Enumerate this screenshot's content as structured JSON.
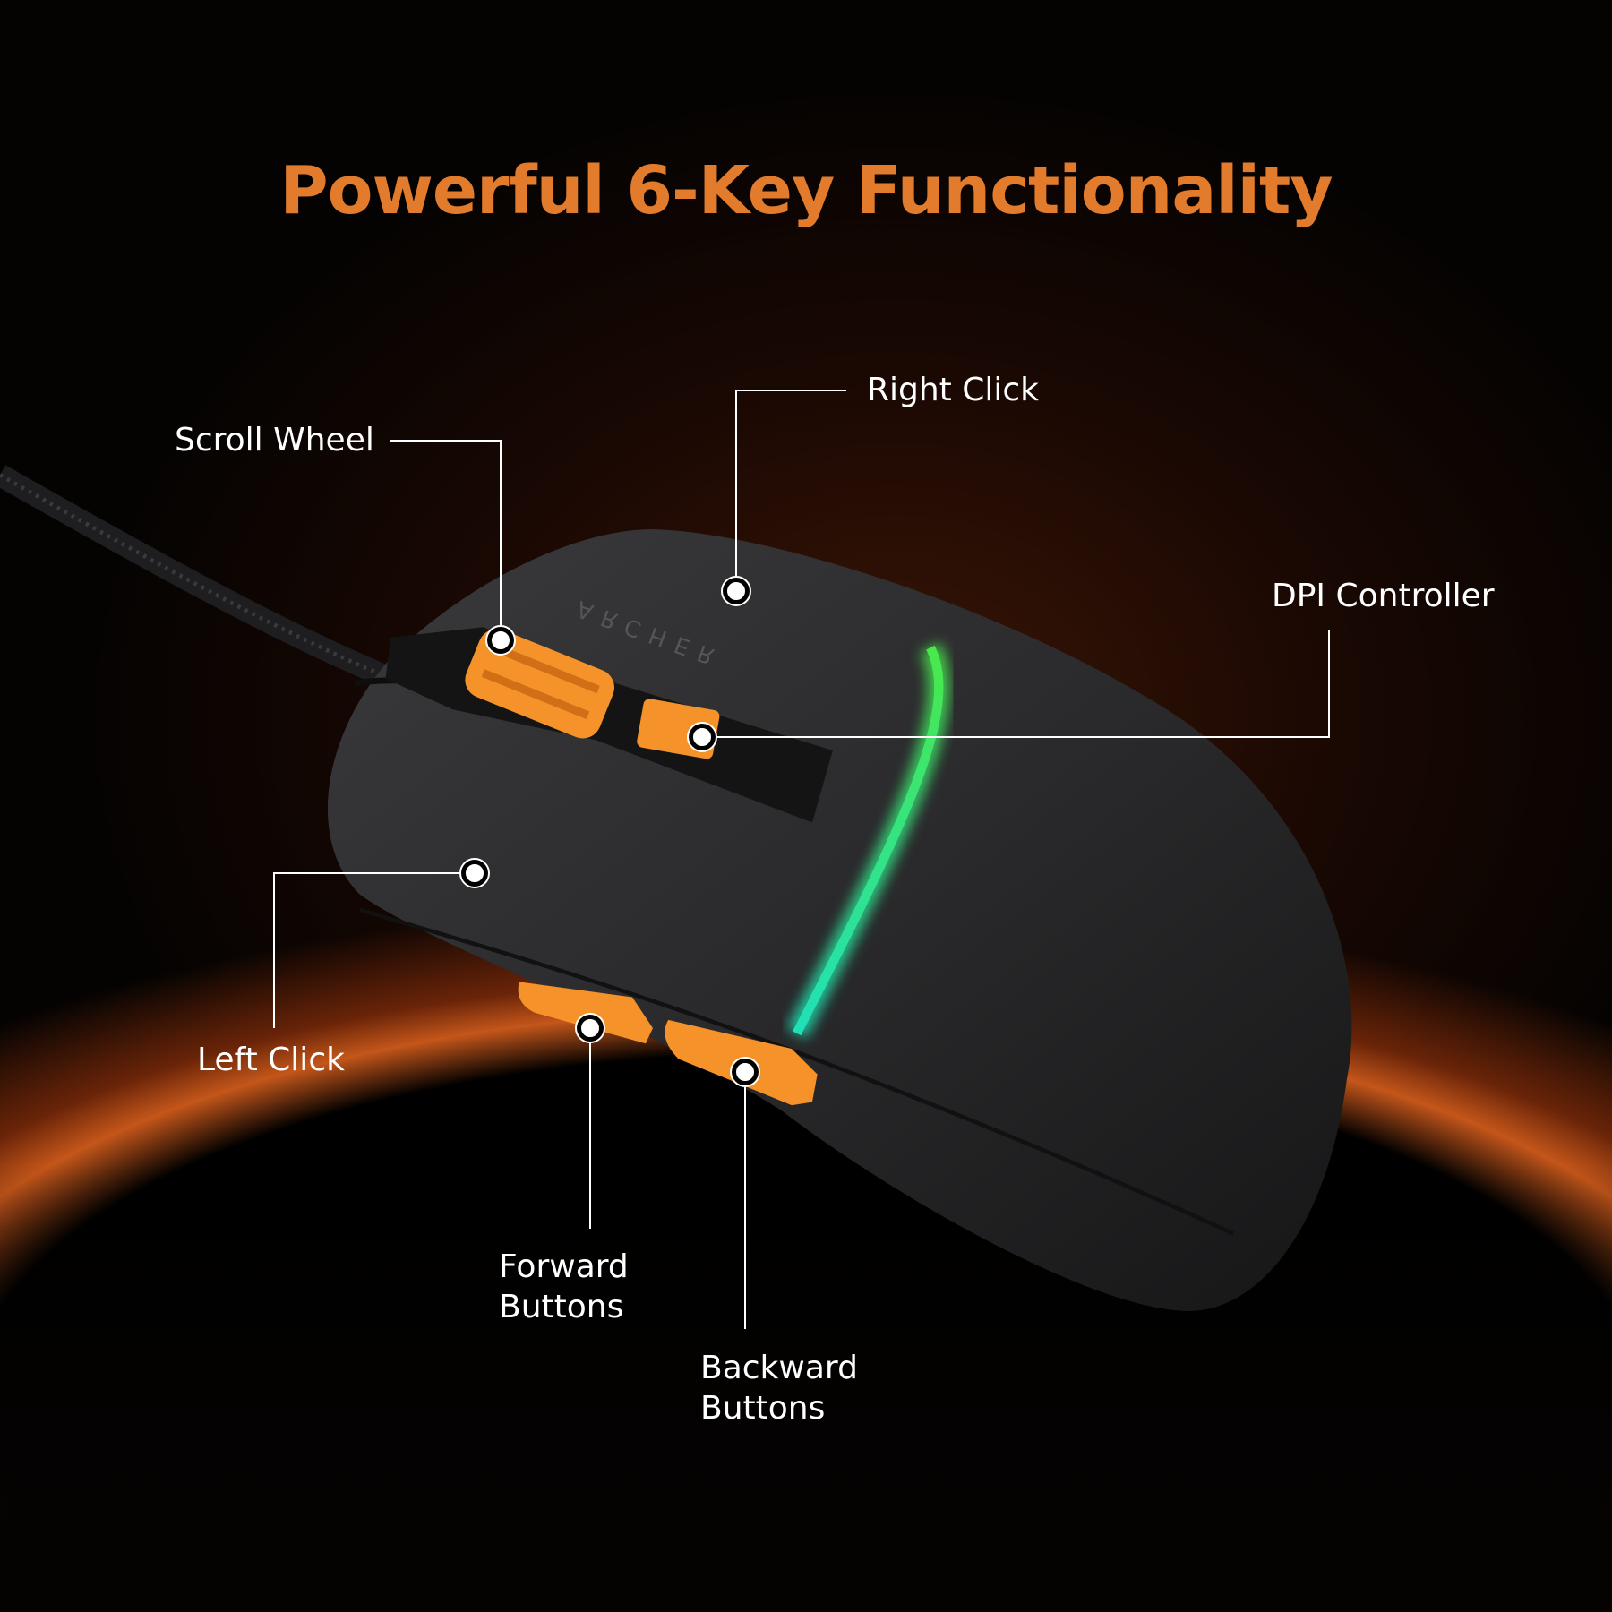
{
  "title": "Powerful 6-Key Functionality",
  "brand_logo": "ARCHER",
  "colors": {
    "accent": "#e27b2b",
    "button_orange": "#f5922a",
    "rgb_green": "#3ee86a",
    "rgb_teal": "#22e0b0"
  },
  "callouts": {
    "right_click": "Right Click",
    "scroll_wheel": "Scroll Wheel",
    "dpi_controller": "DPI Controller",
    "left_click": "Left Click",
    "forward_line1": "Forward",
    "forward_line2": "Buttons",
    "backward_line1": "Backward",
    "backward_line2": "Buttons"
  }
}
